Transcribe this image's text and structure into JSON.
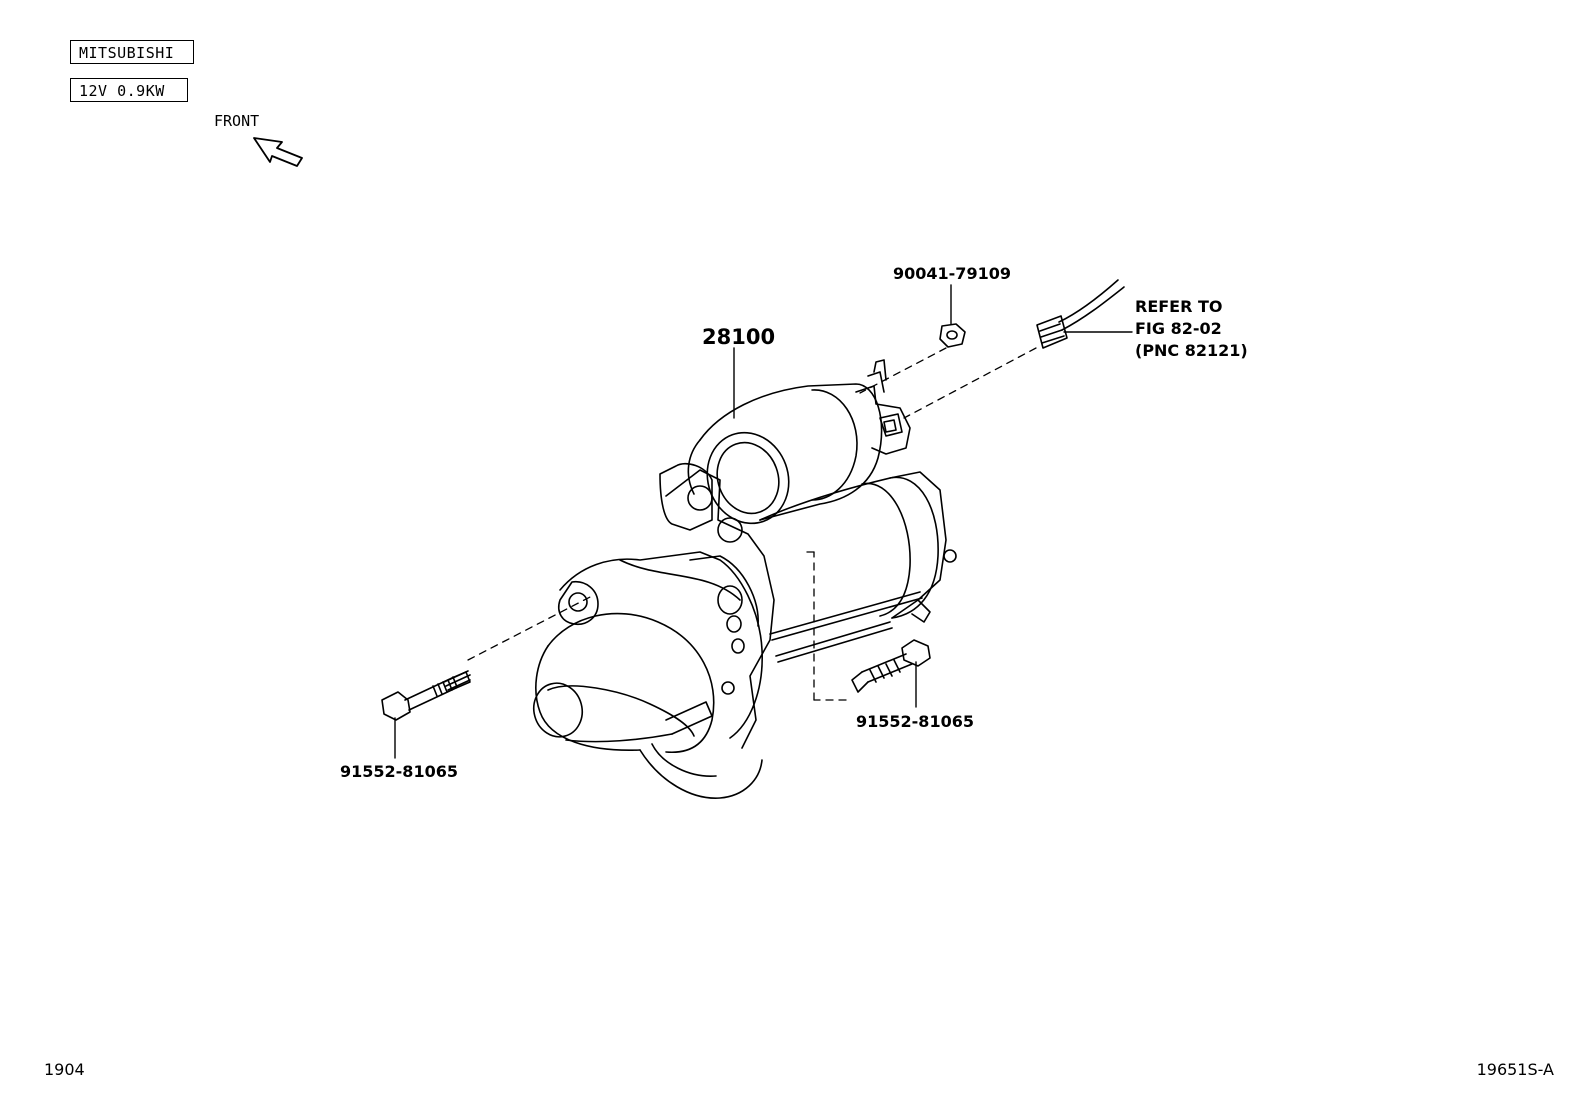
{
  "specs": {
    "maker": "MITSUBISHI",
    "rating": "12V 0.9KW"
  },
  "orientation": {
    "label": "FRONT"
  },
  "parts": {
    "starter": "28100",
    "nut": "90041-79109",
    "bolt_left": "91552-81065",
    "bolt_right": "91552-81065"
  },
  "reference": {
    "line1": "REFER TO",
    "line2": "FIG 82-02",
    "line3": "(PNC 82121)"
  },
  "footer": {
    "left_code": "1904",
    "right_code": "19651S-A"
  },
  "icons": {
    "front_arrow": "front-arrow-icon"
  }
}
